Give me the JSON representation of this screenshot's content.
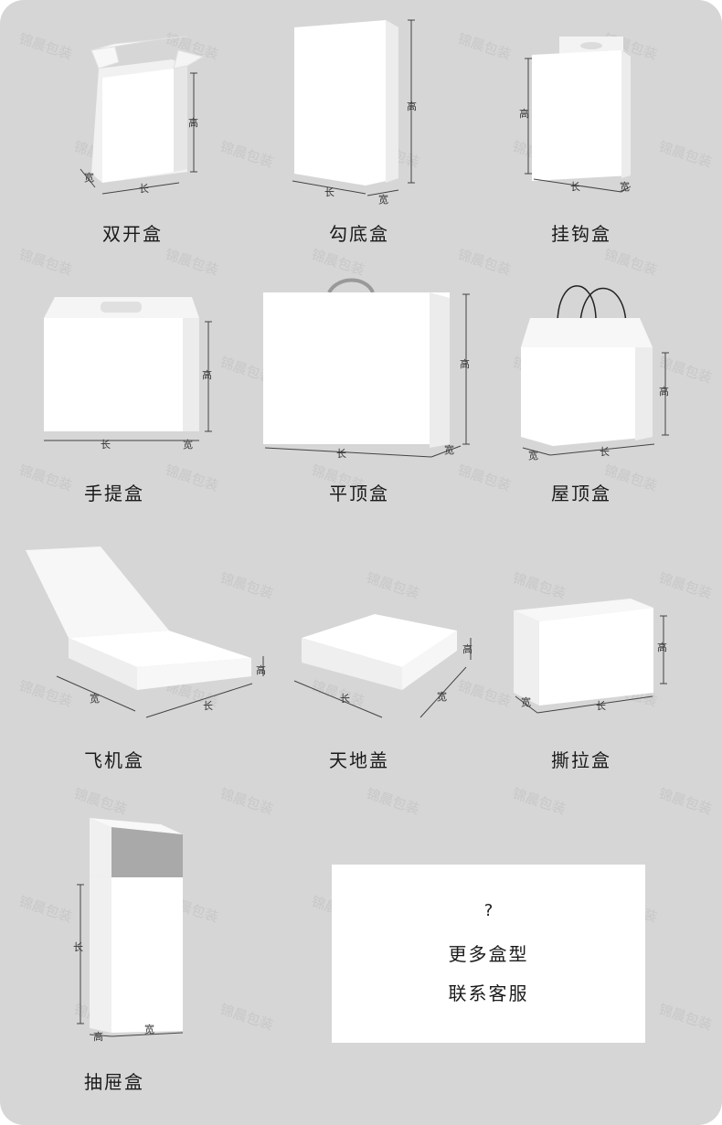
{
  "dims": {
    "length": "长",
    "width": "宽",
    "height": "高"
  },
  "boxes": [
    {
      "caption": "双开盒"
    },
    {
      "caption": "勾底盒"
    },
    {
      "caption": "挂钩盒"
    },
    {
      "caption": "手提盒"
    },
    {
      "caption": "平顶盒"
    },
    {
      "caption": "屋顶盒"
    },
    {
      "caption": "飞机盒"
    },
    {
      "caption": "天地盖"
    },
    {
      "caption": "撕拉盒"
    },
    {
      "caption": "抽屉盒"
    }
  ],
  "more": {
    "question": "?",
    "line1": "更多盒型",
    "line2": "联系客服"
  },
  "watermark": "锦晨包装",
  "colors": {
    "background": "#d6d6d6",
    "box": "#ffffff",
    "shade": "#ececec",
    "line": "#444444"
  }
}
